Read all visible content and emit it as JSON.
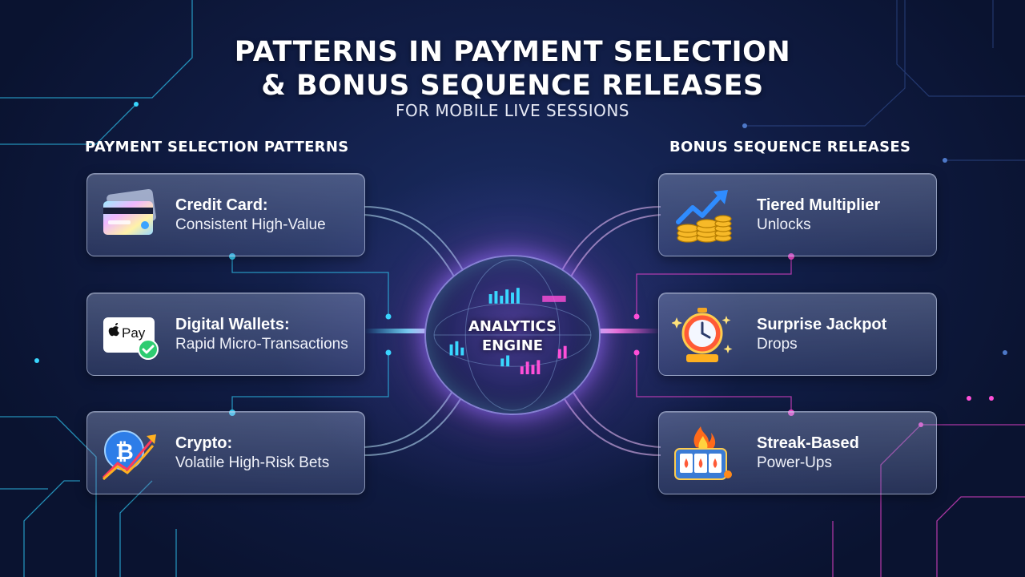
{
  "title_line1": "PATTERNS IN PAYMENT SELECTION",
  "title_line2": "& BONUS SEQUENCE RELEASES",
  "subtitle": "FOR MOBILE LIVE SESSIONS",
  "left_heading": "PAYMENT SELECTION PATTERNS",
  "right_heading": "BONUS SEQUENCE RELEASES",
  "center": {
    "line1": "ANALYTICS",
    "line2": "ENGINE"
  },
  "payment_patterns": [
    {
      "title": "Credit Card:",
      "desc": "Consistent High-Value",
      "icon": "credit-card-icon"
    },
    {
      "title": "Digital Wallets:",
      "desc": "Rapid Micro-Transactions",
      "icon": "apple-pay-wallet-icon",
      "icon_text": "Pay"
    },
    {
      "title": "Crypto:",
      "desc": "Volatile High-Risk Bets",
      "icon": "bitcoin-chart-icon"
    }
  ],
  "bonus_releases": [
    {
      "title": "Tiered Multiplier",
      "desc": "Unlocks",
      "icon": "coins-rising-arrow-icon"
    },
    {
      "title": "Surprise Jackpot",
      "desc": "Drops",
      "icon": "timer-jackpot-icon"
    },
    {
      "title": "Streak-Based",
      "desc": "Power-Ups",
      "icon": "flaming-slot-machine-icon"
    }
  ],
  "colors": {
    "cyan_accent": "#39d7ff",
    "magenta_accent": "#ff4fd8",
    "background": "#101c44"
  }
}
